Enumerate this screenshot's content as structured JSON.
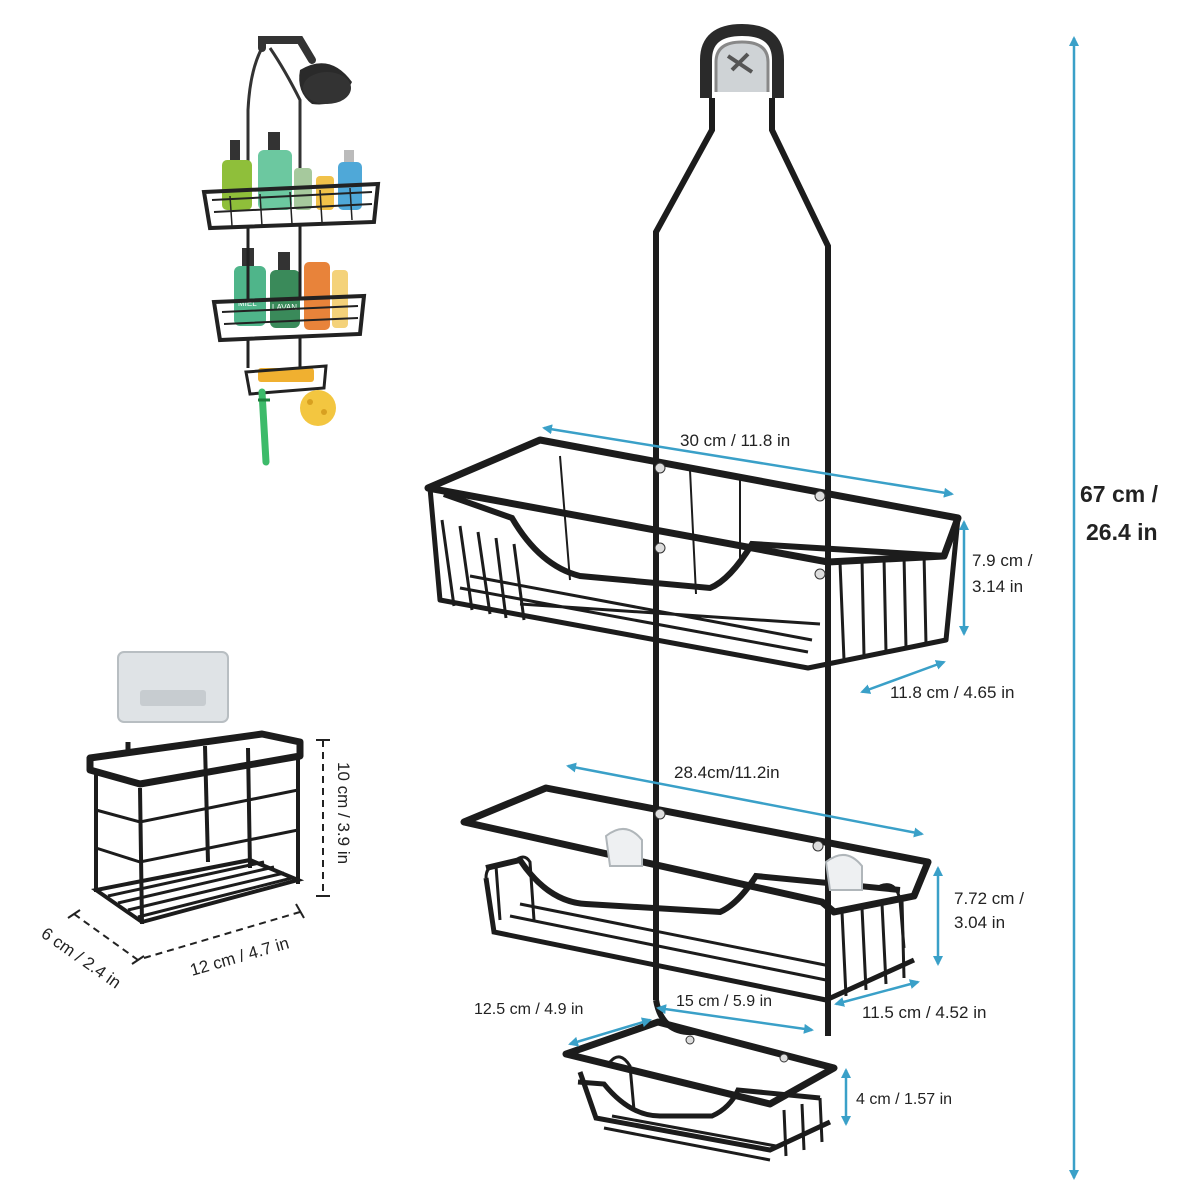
{
  "colors": {
    "background": "#ffffff",
    "metal": "#1c1c1c",
    "arrow": "#3aa0c8",
    "text": "#222222"
  },
  "caddy": {
    "height": "67 cm /",
    "height_in": "26.4 in",
    "top_shelf": {
      "width": "30 cm / 11.8 in",
      "height_cm": "7.9 cm /",
      "height_in": "3.14 in",
      "depth": "11.8 cm / 4.65 in"
    },
    "middle_shelf": {
      "width": "28.4cm/11.2in",
      "height_cm": "7.72 cm /",
      "height_in": "3.04 in",
      "depth": "11.5 cm / 4.52 in"
    },
    "soap_dish": {
      "depth": "12.5 cm / 4.9 in",
      "width": "15 cm / 5.9 in",
      "height": "4 cm / 1.57 in"
    }
  },
  "toothbrush_holder": {
    "height": "10 cm / 3.9 in",
    "depth": "6 cm / 2.4 in",
    "width": "12 cm / 4.7 in"
  },
  "thumbnail": {
    "label_a": "MIEL",
    "label_b": "LAVAN"
  }
}
